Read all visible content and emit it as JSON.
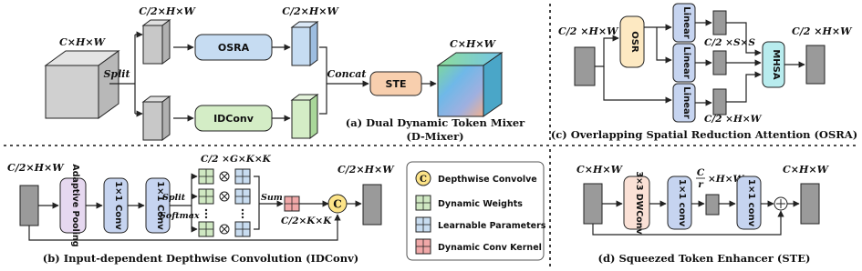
{
  "panel_a": {
    "input_label": "C×H×W",
    "split_label": "Split",
    "half_top_label": "C/2×H×W",
    "half_bottom_label": "",
    "osra_label": "OSRA",
    "idconv_label": "IDConv",
    "out_top_label": "C/2×H×W",
    "concat_label": "Concat",
    "ste_label": "STE",
    "output_label": "C×H×W",
    "caption_line1": "(a)  Dual Dynamic Token Mixer",
    "caption_line2": "(D-Mixer)"
  },
  "panel_c": {
    "input_label": "C/2 ×H×W",
    "osr_label": "OSR",
    "linear_q": "Linear",
    "linear_k": "Linear",
    "linear_v": "Linear",
    "kv_shape_label": "C/2 ×S×S",
    "q_shape_label": "C/2 ×H×W",
    "mhsa_label": "MHSA",
    "output_label": "C/2 ×H×W",
    "caption": "(c) Overlapping Spatial Reduction Attention (OSRA)"
  },
  "panel_b": {
    "input_label": "C/2×H×W",
    "pool_label": "Adaptive Pooling",
    "conv1_label": "1×1 Conv",
    "conv2_label": "1×1 Conv",
    "split_label": "Split",
    "softmax_label": "Softmax",
    "group_label": "C/2 ×G×K×K",
    "sum_label": "Sum",
    "kernel_label": "C/2×K×K",
    "conv_symbol": "C",
    "output_label": "C/2×H×W",
    "caption": "(b) Input-dependent Depthwise Convolution (IDConv)"
  },
  "legend": {
    "items": [
      {
        "symbol": "C",
        "label": "Depthwise Convolve"
      },
      {
        "label": "Dynamic Weights",
        "color": "#cfe8c2"
      },
      {
        "label": "Learnable Parameters",
        "color": "#c8dcf0"
      },
      {
        "label": "Dynamic Conv Kernel",
        "color": "#f0a8a8"
      }
    ]
  },
  "panel_d": {
    "input_label": "C×H×W",
    "dwconv_label": "3×3 DWConv",
    "conv1_label": "1×1 conv",
    "mid_label_c": "C",
    "mid_label_r": "r",
    "mid_label_rest": "×H×W",
    "conv2_label": "1×1 conv",
    "output_label": "C×H×W",
    "caption": "(d) Squeezed Token Enhancer (STE)"
  },
  "colors": {
    "osra_fill": "#c6dcf2",
    "idconv_fill": "#d4edc6",
    "ste_fill": "#f8cfae",
    "osr_fill": "#fde9c2",
    "linear_fill": "#c6d4f0",
    "mhsa_fill": "#b8ecee",
    "pool_fill": "#e6d8f0",
    "conv_fill": "#c6d4f0",
    "dwconv_fill": "#fbe1d6",
    "gray_fill": "#9a9a9a",
    "circle_fill": "#fde488"
  }
}
